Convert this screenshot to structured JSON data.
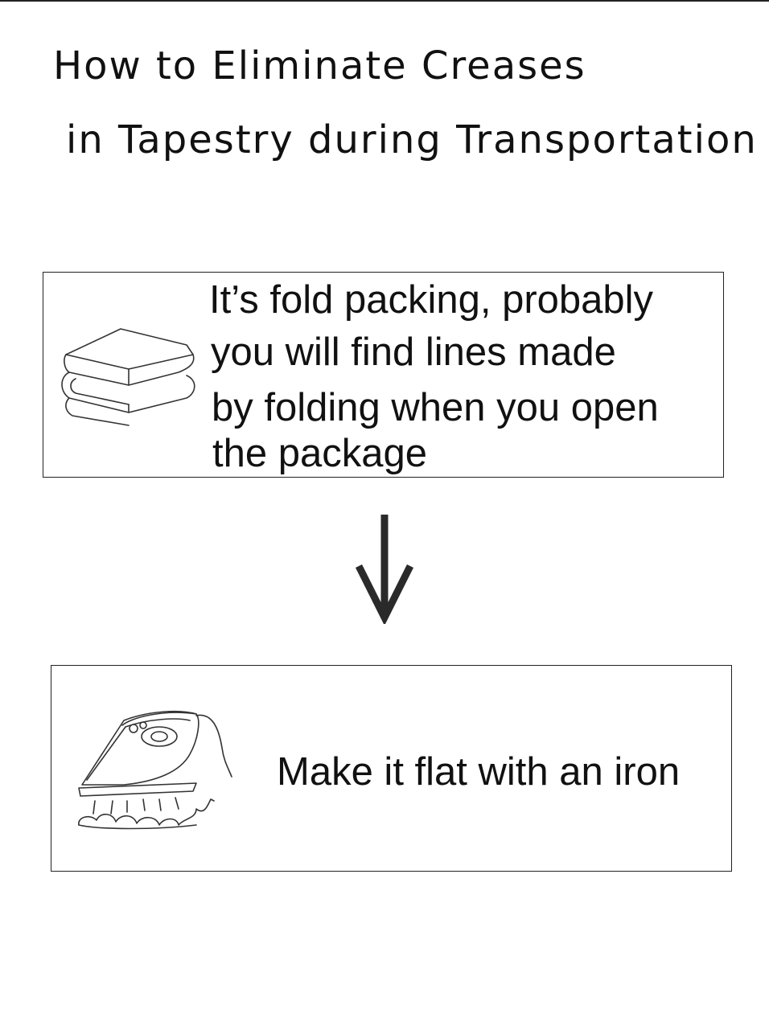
{
  "title": {
    "line1": "How to Eliminate Creases",
    "line2": "in Tapestry during Transportation"
  },
  "steps": [
    {
      "icon": "folded-cloth-icon",
      "lines": [
        "It’s fold packing, probably",
        "you will find lines made",
        "by folding when you open",
        "the package"
      ]
    },
    {
      "icon": "iron-icon",
      "lines": [
        "Make it flat with an iron"
      ]
    }
  ],
  "connector": {
    "icon": "down-arrow-icon"
  },
  "colors": {
    "ink": "#111111",
    "background": "#ffffff"
  }
}
